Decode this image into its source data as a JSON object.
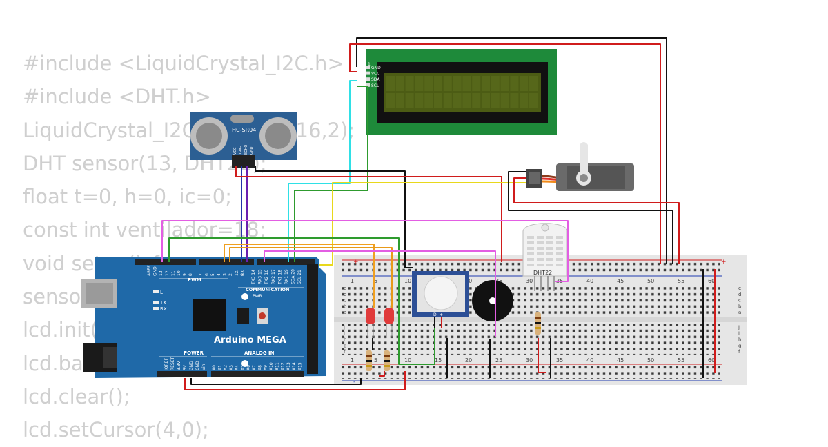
{
  "code_lines": [
    "#include <LiquidCrystal_I2C.h>",
    "#include <DHT.h>",
    "LiquidCrystal_I2C lcd(0x27,16,2);",
    "DHT sensor(13, DHT22);",
    "float t=0, h=0, ic=0;",
    "const int ventilador=18;",
    "void setup() {",
    "sensor.begin();",
    "lcd.init();",
    "lcd.backlight();",
    "lcd.clear();",
    "lcd.setCursor(4,0);"
  ],
  "arduino": {
    "name": "Arduino MEGA",
    "pwm": "PWM",
    "communication": "COMMUNICATION",
    "power": "POWER",
    "analog_in": "ANALOG IN",
    "led_l": "L",
    "led_tx": "TX",
    "led_rx": "RX",
    "pwr": "PWR",
    "top_pins_left": [
      "AREF",
      "GND",
      "13",
      "12",
      "11",
      "10",
      "9",
      "8"
    ],
    "top_pins_mid": [
      "7",
      "6",
      "5",
      "4",
      "3",
      "2",
      "1",
      "0"
    ],
    "top_pins_comm": [
      "14",
      "15",
      "16",
      "17",
      "18",
      "19",
      "20",
      "21"
    ],
    "comm_pins_sub": [
      "TX3",
      "RX3",
      "TX2",
      "RX2",
      "TX1",
      "RX1",
      "SDA",
      "SCL"
    ],
    "tx_rx": [
      "TX",
      "RX"
    ],
    "power_pins": [
      "IOREF",
      "RESET",
      "3.3V",
      "5V",
      "GND",
      "GND",
      "Vin"
    ],
    "analog_pins": [
      "A0",
      "A1",
      "A2",
      "A3",
      "A4",
      "A5",
      "A6",
      "A7",
      "A8",
      "A9",
      "A10",
      "A11",
      "A12",
      "A13",
      "A14",
      "A15"
    ]
  },
  "ultrasonic": {
    "name": "HC-SR04",
    "pins": [
      "VCC",
      "TRIG",
      "ECHO",
      "GND"
    ]
  },
  "lcd": {
    "pin_1": "1",
    "pins": [
      "GND",
      "VCC",
      "SDA",
      "SCL"
    ]
  },
  "dht": {
    "name": "DHT22"
  },
  "pir": {
    "pins": [
      "D",
      "+",
      "-"
    ]
  },
  "breadboard": {
    "col_numbers": [
      "1",
      "5",
      "10",
      "15",
      "20",
      "25",
      "30",
      "35",
      "40",
      "45",
      "50",
      "55",
      "60"
    ],
    "row_letters_top": [
      "j",
      "i",
      "h",
      "g",
      "f"
    ],
    "row_letters_bottom": [
      "e",
      "d",
      "c",
      "b",
      "a"
    ],
    "rail_plus": "+",
    "rail_minus": "-"
  },
  "colors": {
    "arduino_blue": "#1f69a8",
    "lcd_pcb": "#1e8a3a",
    "lcd_screen": "#4c5c14",
    "sensor_blue": "#2c5f93",
    "breadboard": "#e6e6e6",
    "wire_red": "#d01c1c",
    "wire_black": "#111111",
    "wire_yellow": "#e8d81c",
    "wire_cyan": "#2fe0e6",
    "wire_green": "#2e9b2e",
    "wire_magenta": "#e35ee3",
    "wire_orange": "#e89a1a",
    "wire_blue": "#2233aa",
    "wire_purple": "#6a1fb0"
  },
  "icons": [
    "usb-port-icon",
    "dc-jack-icon",
    "reset-button-icon",
    "servo-horn-icon",
    "buzzer-icon",
    "pir-dome-icon"
  ]
}
